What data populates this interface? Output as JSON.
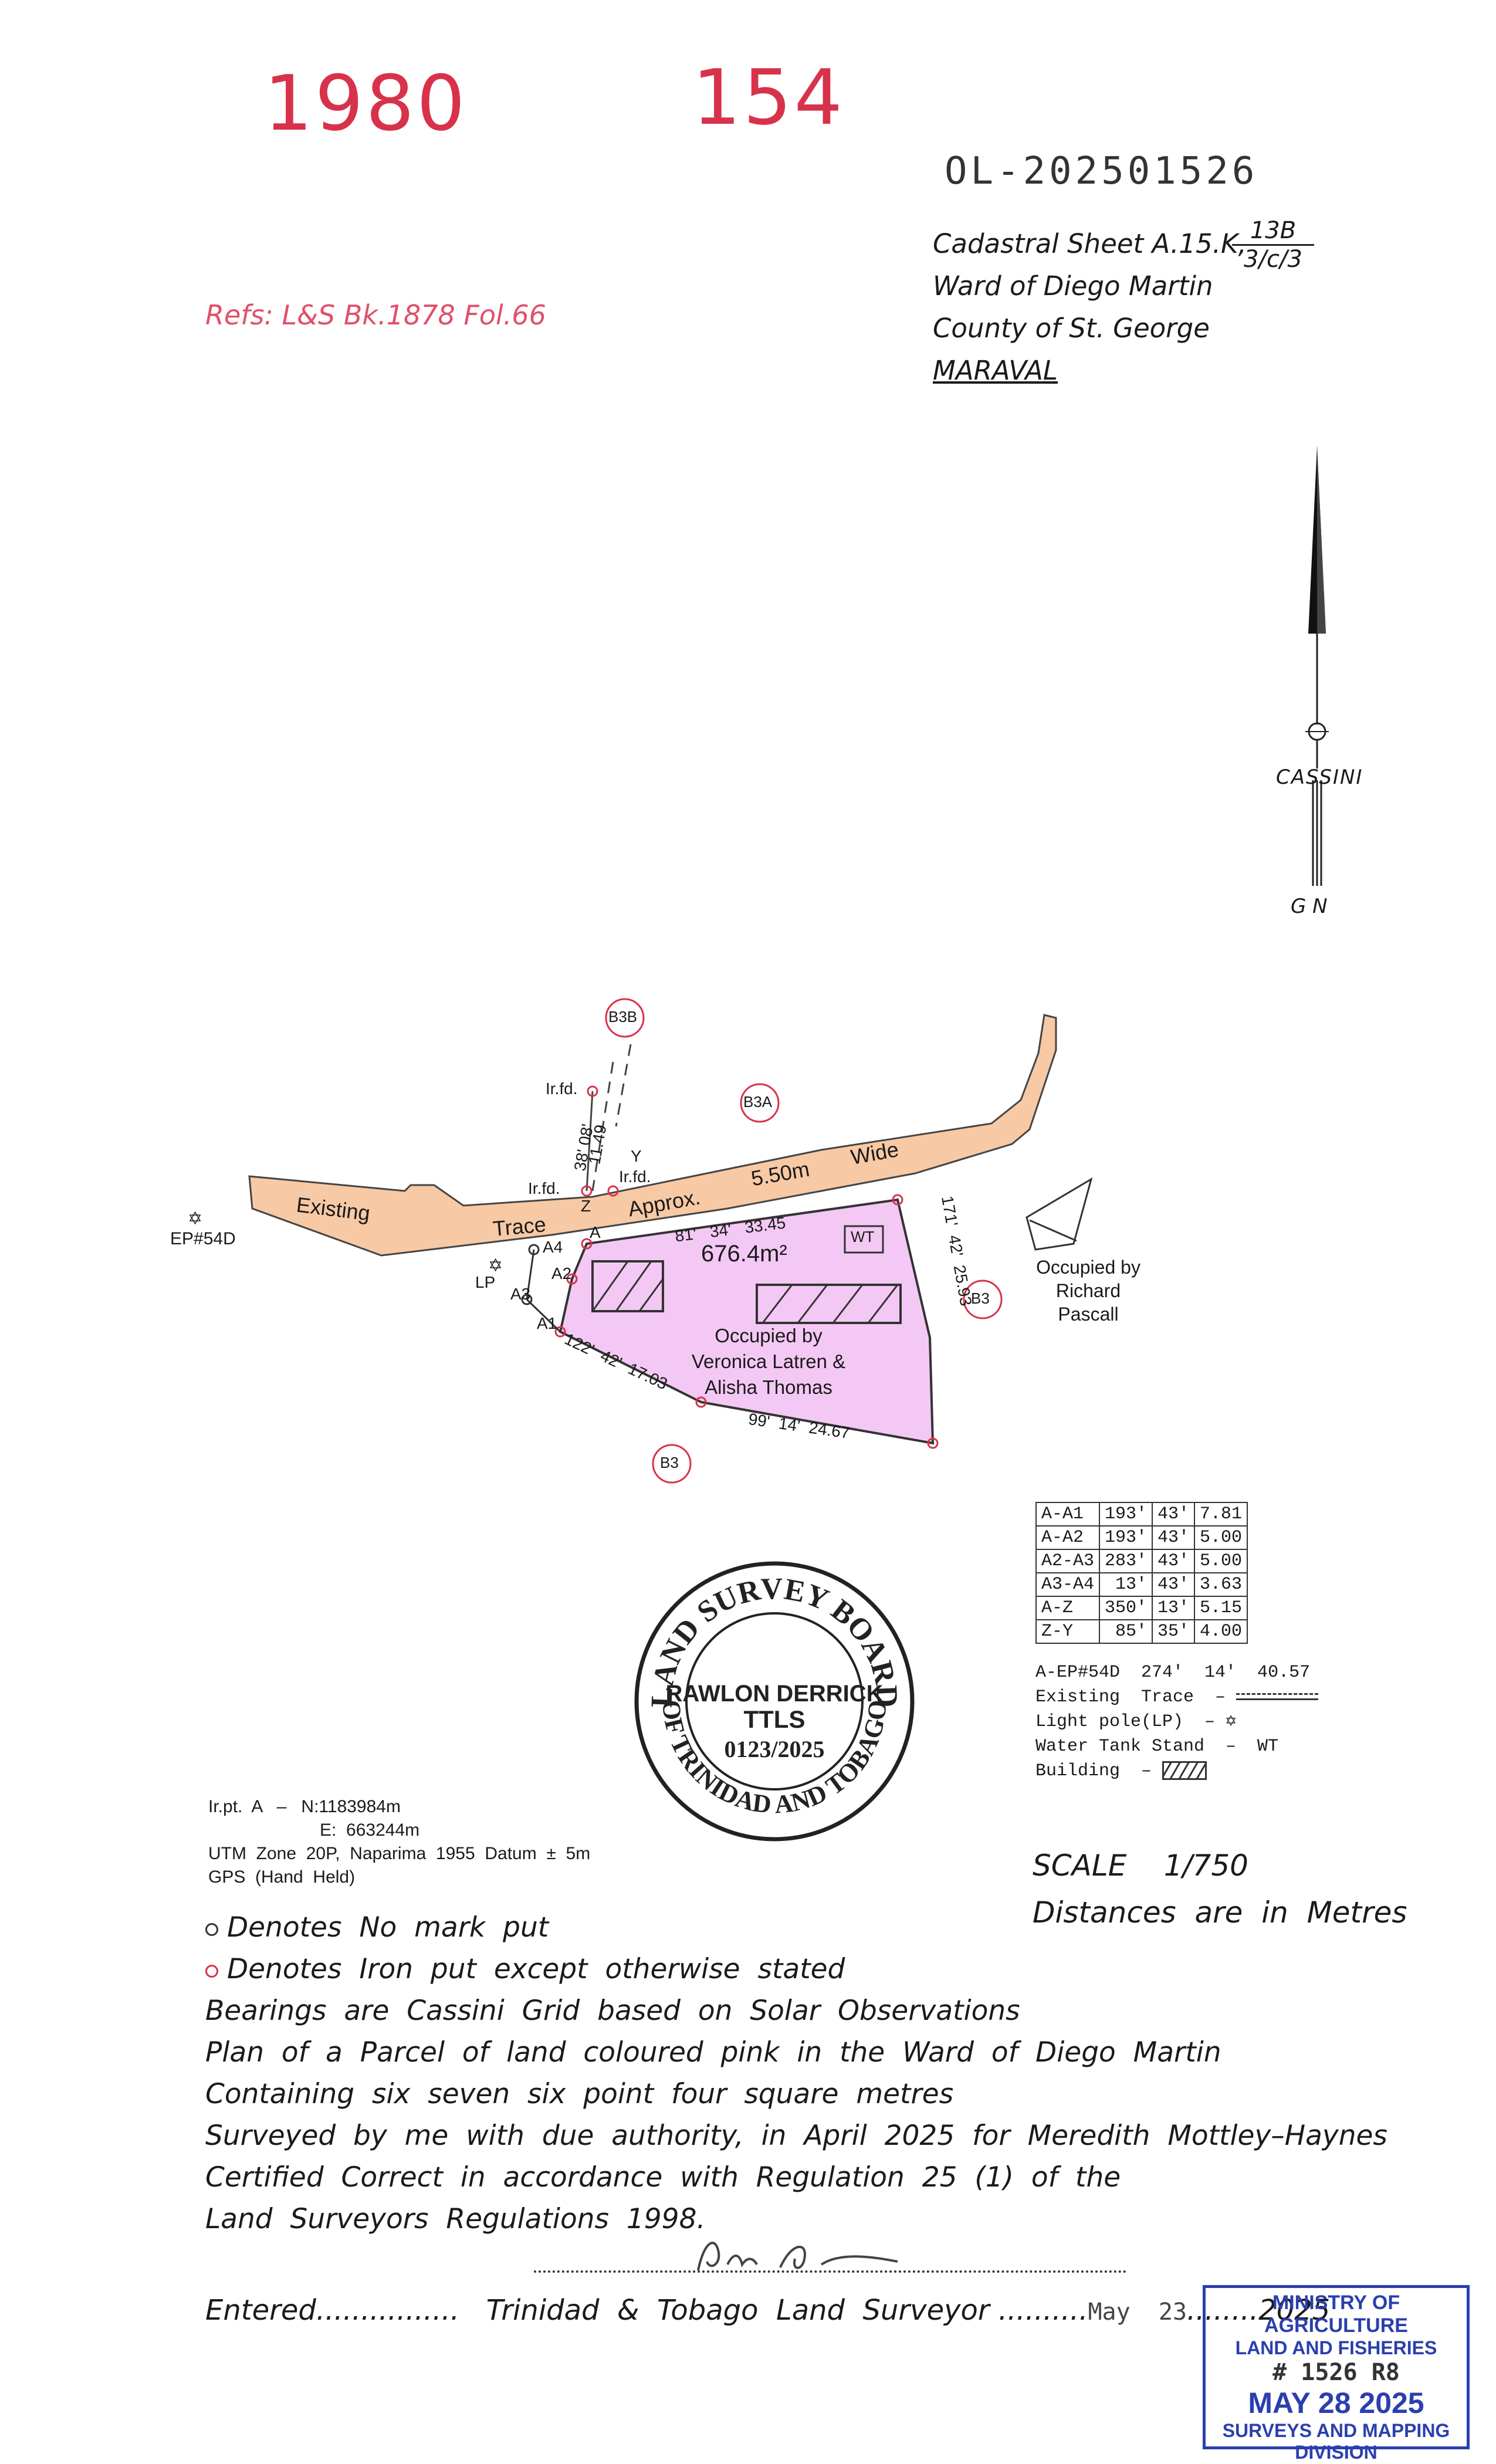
{
  "header": {
    "year_number": "1980",
    "plan_number": "154",
    "reference_code": "OL-202501526",
    "refs": "Refs: L&S Bk.1878 Fol.66",
    "cadastral_sheet": "Cadastral Sheet A.15.K,",
    "sheet_fraction_top": "13B",
    "sheet_fraction_bottom": "3/c/3",
    "ward": "Ward of Diego Martin",
    "county": "County of St. George",
    "place": "MARAVAL"
  },
  "north_arrow": {
    "label": "CASSINI",
    "grid_north": "G N"
  },
  "map": {
    "road_word_1": "Existing",
    "road_word_2": "Trace",
    "road_word_3": "Approx.",
    "road_word_4": "5.50m",
    "road_word_5": "Wide",
    "ep_label": "EP#54D",
    "b3b_label": "B3B",
    "b3a_label": "B3A",
    "b3_label_right": "B3",
    "b3_label_bottom": "B3",
    "irfd_top": "Ir.fd.",
    "irfd_left": "Ir.fd.",
    "irfd_right": "Ir.fd.",
    "dist_vertical_1": "38' 08'",
    "dist_vertical_2": "11.49",
    "point_y": "Y",
    "point_z": "Z",
    "point_a": "A",
    "point_a4": "A4",
    "point_a2": "A2",
    "point_a3": "A3",
    "point_a1": "A1",
    "lp_label": "LP",
    "top_bearing": "81'   34'   33.45",
    "wt_label": "WT",
    "area": "676.4m²",
    "right_bearing": "171'  42'  25.93",
    "occupied_line1": "Occupied by",
    "occupied_line2": "Veronica Latren &",
    "occupied_line3": "Alisha Thomas",
    "left_bottom_bearing": "122'  42'  17.03",
    "bottom_bearing": "99'  14'  24.67",
    "neighbour_line1": "Occupied by",
    "neighbour_line2": "Richard Pascall"
  },
  "bearings_table": [
    [
      "A-A1",
      "193'",
      "43'",
      "7.81"
    ],
    [
      "A-A2",
      "193'",
      "43'",
      "5.00"
    ],
    [
      "A2-A3",
      "283'",
      "43'",
      "5.00"
    ],
    [
      "A3-A4",
      "13'",
      "43'",
      "3.63"
    ],
    [
      "A-Z",
      "350'",
      "13'",
      "5.15"
    ],
    [
      "Z-Y",
      "85'",
      "35'",
      "4.00"
    ]
  ],
  "legend": {
    "ep_bearing": "A-EP#54D  274'  14'  40.57",
    "existing_trace": "Existing  Trace  –",
    "light_pole": "Light pole(LP)  –",
    "water_tank": "Water Tank Stand  –  WT",
    "building": "Building  –"
  },
  "seal": {
    "top_text": "LAND SURVEY BOARD",
    "bottom_text": "OF TRINIDAD AND TOBAGO",
    "name": "RAWLON DERRICK",
    "title": "TTLS",
    "number": "0123/2025"
  },
  "coords": {
    "line1": "Ir.pt.  A   –   N:1183984m",
    "line2": "E:  663244m",
    "line3": "UTM  Zone  20P,  Naparima  1955  Datum  ±  5m",
    "line4": "GPS  (Hand  Held)"
  },
  "scale": {
    "scale_text": "SCALE    1/750",
    "units_text": "Distances  are  in  Metres"
  },
  "notes": {
    "no_mark": "Denotes  No  mark  put",
    "iron_put": "Denotes  Iron  put  except  otherwise  stated",
    "bearings": "Bearings  are  Cassini  Grid  based  on  Solar  Observations",
    "plan": "Plan  of  a  Parcel  of  land  coloured  pink  in  the  Ward  of  Diego  Martin",
    "containing": "Containing  six  seven  six  point  four  square  metres",
    "surveyed": "Surveyed  by  me  with  due  authority,  in  April  2025  for  Meredith  Mottley–Haynes",
    "certified": "Certified  Correct  in  accordance  with  Regulation  25  (1)  of  the",
    "regulations": "Land  Surveyors  Regulations  1998."
  },
  "footer": {
    "entered": "Entered................",
    "surveyor": "Trinidad  &  Tobago  Land  Surveyor",
    "date_handwritten": "May  23",
    "year": "2025"
  },
  "ministry_stamp": {
    "line1": "MINISTRY OF AGRICULTURE",
    "line2": "LAND AND FISHERIES",
    "line3": "# 1526 R8",
    "line4": "MAY 28 2025",
    "line5": "SURVEYS AND MAPPING",
    "line6": "DIVISION"
  },
  "colors": {
    "parcel_pink": "#f4c8f4",
    "road_orange": "#f7c9a4",
    "red_marks": "#d8324a",
    "stamp_blue": "#2b3fae"
  }
}
